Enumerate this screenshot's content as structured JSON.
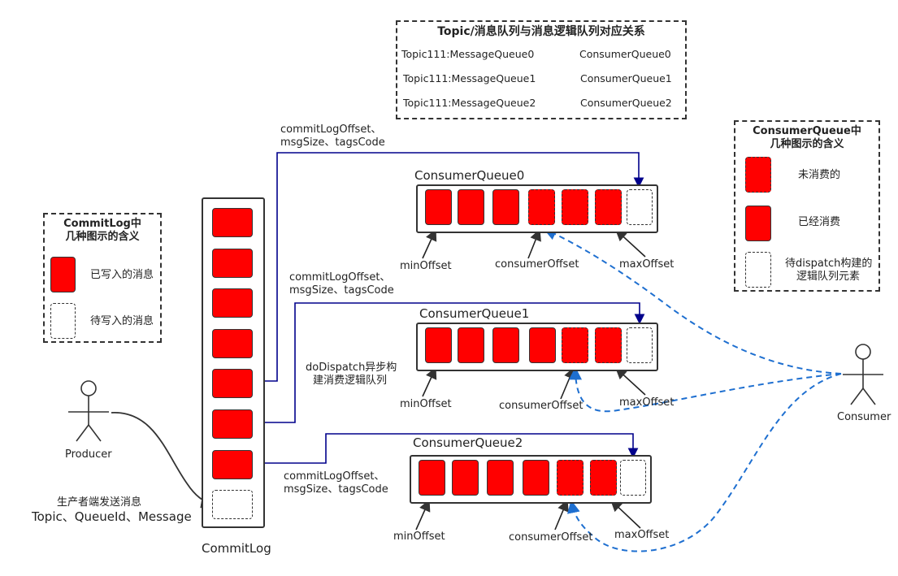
{
  "mapping": {
    "title": "Topic/消息队列与消息逻辑队列对应关系",
    "rows": [
      {
        "source": "Topic111:MessageQueue0",
        "target": "ConsumerQueue0"
      },
      {
        "source": "Topic111:MessageQueue1",
        "target": "ConsumerQueue1"
      },
      {
        "source": "Topic111:MessageQueue2",
        "target": "ConsumerQueue2"
      }
    ]
  },
  "commitlog_legend": {
    "title_line1": "CommitLog中",
    "title_line2": "几种图示的含义",
    "written": "已写入的消息",
    "pending": "待写入的消息"
  },
  "cq_legend": {
    "title_line1": "ConsumerQueue中",
    "title_line2": "几种图示的含义",
    "unconsumed": "未消费的",
    "consumed": "已经消费",
    "pending_line1": "待dispatch构建的",
    "pending_line2": "逻辑队列元素"
  },
  "commitlog": {
    "label": "CommitLog",
    "written_count": 7,
    "pending_count": 1
  },
  "producer": {
    "label": "Producer",
    "note_line1": "生产者端发送消息",
    "note_line2": "Topic、QueueId、Message"
  },
  "consumer": {
    "label": "Consumer"
  },
  "dispatch_note": {
    "line1": "doDispatch异步构",
    "line2": "建消费逻辑队列"
  },
  "queues": [
    {
      "name": "ConsumerQueue0",
      "cells": [
        "consumed",
        "consumed",
        "consumed",
        "unconsumed",
        "unconsumed",
        "unconsumed",
        "pending"
      ],
      "link_line1": "commitLogOffset、",
      "link_line2": "msgSize、tagsCode",
      "min": "minOffset",
      "cur": "consumerOffset",
      "max": "maxOffset"
    },
    {
      "name": "ConsumerQueue1",
      "cells": [
        "consumed",
        "consumed",
        "consumed",
        "consumed",
        "unconsumed",
        "unconsumed",
        "pending"
      ],
      "link_line1": "commitLogOffset、",
      "link_line2": "msgSize、tagsCode",
      "min": "minOffset",
      "cur": "consumerOffset",
      "max": "maxOffset"
    },
    {
      "name": "ConsumerQueue2",
      "cells": [
        "consumed",
        "consumed",
        "consumed",
        "consumed",
        "unconsumed",
        "unconsumed",
        "pending"
      ],
      "link_line1": "commitLogOffset、",
      "link_line2": "msgSize、tagsCode",
      "min": "minOffset",
      "cur": "consumerOffset",
      "max": "maxOffset"
    }
  ],
  "colors": {
    "written": "#ff0000",
    "link": "#00008b",
    "consume_path": "#1e6fd0",
    "border": "#333333"
  }
}
